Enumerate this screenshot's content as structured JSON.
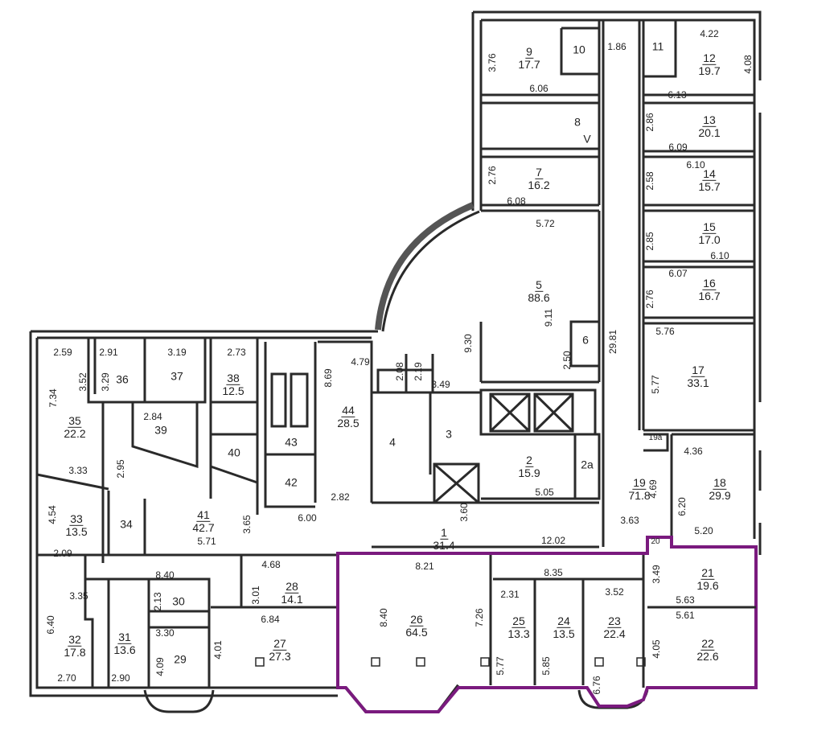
{
  "highlight_color": "#7a1a7e",
  "rooms": [
    {
      "num": "9",
      "area": "17.7"
    },
    {
      "num": "10",
      "area": ""
    },
    {
      "num": "11",
      "area": ""
    },
    {
      "num": "12",
      "area": "19.7"
    },
    {
      "num": "8",
      "area": ""
    },
    {
      "num": "13",
      "area": "20.1"
    },
    {
      "num": "7",
      "area": "16.2"
    },
    {
      "num": "14",
      "area": "15.7"
    },
    {
      "num": "15",
      "area": "17.0"
    },
    {
      "num": "5",
      "area": "88.6"
    },
    {
      "num": "16",
      "area": "16.7"
    },
    {
      "num": "6",
      "area": ""
    },
    {
      "num": "17",
      "area": "33.1"
    },
    {
      "num": "44",
      "area": "28.5"
    },
    {
      "num": "43",
      "area": ""
    },
    {
      "num": "42",
      "area": ""
    },
    {
      "num": "4",
      "area": ""
    },
    {
      "num": "3",
      "area": ""
    },
    {
      "num": "2",
      "area": "15.9"
    },
    {
      "num": "2a",
      "area": ""
    },
    {
      "num": "19",
      "area": "71.8"
    },
    {
      "num": "18",
      "area": "29.9"
    },
    {
      "num": "1",
      "area": "31.4"
    },
    {
      "num": "36",
      "area": ""
    },
    {
      "num": "37",
      "area": ""
    },
    {
      "num": "38",
      "area": "12.5"
    },
    {
      "num": "35",
      "area": "22.2"
    },
    {
      "num": "39",
      "area": ""
    },
    {
      "num": "40",
      "area": ""
    },
    {
      "num": "33",
      "area": "13.5"
    },
    {
      "num": "34",
      "area": ""
    },
    {
      "num": "41",
      "area": "42.7"
    },
    {
      "num": "28",
      "area": "14.1"
    },
    {
      "num": "30",
      "area": ""
    },
    {
      "num": "32",
      "area": "17.8"
    },
    {
      "num": "31",
      "area": "13.6"
    },
    {
      "num": "29",
      "area": ""
    },
    {
      "num": "27",
      "area": "27.3"
    },
    {
      "num": "26",
      "area": "64.5"
    },
    {
      "num": "25",
      "area": "13.3"
    },
    {
      "num": "24",
      "area": "13.5"
    },
    {
      "num": "23",
      "area": "22.4"
    },
    {
      "num": "21",
      "area": "19.6"
    },
    {
      "num": "22",
      "area": "22.6"
    },
    {
      "num": "20",
      "area": ""
    },
    {
      "num": "19a",
      "area": ""
    },
    {
      "num": "V",
      "area": ""
    }
  ],
  "dimensions": [
    "3.76",
    "6.06",
    "1.86",
    "4.22",
    "4.08",
    "6.13",
    "2.86",
    "6.09",
    "6.10",
    "2.58",
    "2.76",
    "6.08",
    "5.72",
    "2.85",
    "6.10",
    "6.07",
    "2.76",
    "5.76",
    "5.77",
    "9.11",
    "9.30",
    "29.81",
    "2.50",
    "2.08",
    "2.19",
    "3.49",
    "4.79",
    "8.69",
    "2.82",
    "6.00",
    "3.65",
    "3.60",
    "5.05",
    "12.02",
    "3.63",
    "4.69",
    "6.20",
    "4.36",
    "5.20",
    "2.59",
    "2.91",
    "3.19",
    "2.73",
    "3.52",
    "7.34",
    "3.29",
    "2.84",
    "2.95",
    "3.33",
    "4.54",
    "2.09",
    "5.71",
    "8.40",
    "3.35",
    "6.40",
    "2.13",
    "3.30",
    "4.09",
    "2.70",
    "2.90",
    "4.68",
    "3.01",
    "6.84",
    "4.01",
    "8.21",
    "8.40",
    "7.26",
    "8.35",
    "2.31",
    "3.52",
    "3.49",
    "5.63",
    "5.61",
    "5.77",
    "5.85",
    "4.05",
    "6.76"
  ]
}
